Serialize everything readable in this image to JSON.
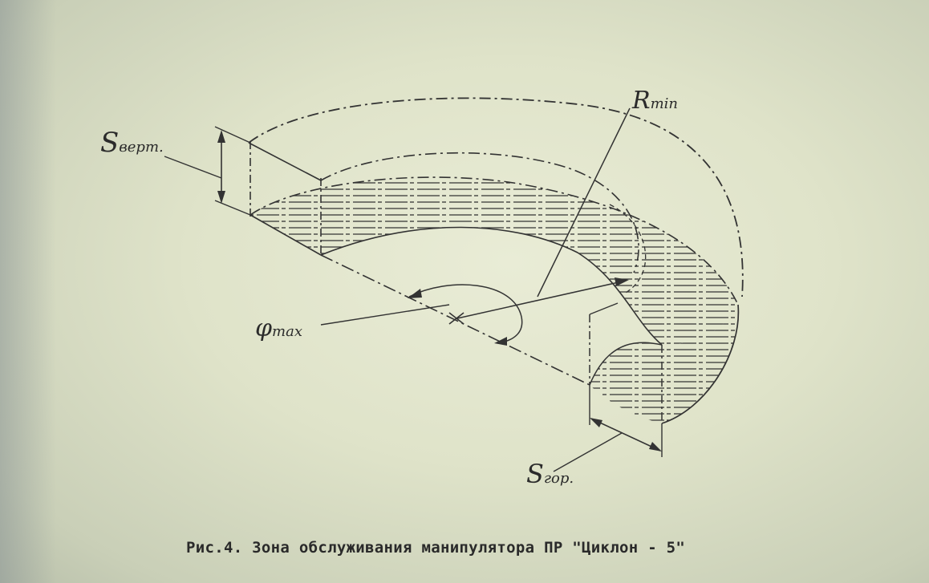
{
  "figure": {
    "labels": {
      "s_vert_main": "S",
      "s_vert_sub": "верт.",
      "r_min_main": "R",
      "r_min_sub": "min",
      "phi_max_main": "φ",
      "phi_max_sub": "max",
      "s_hor_main": "S",
      "s_hor_sub": "гор."
    },
    "caption": "Рис.4. Зона обслуживания манипулятора ПР \"Циклон - 5\""
  }
}
